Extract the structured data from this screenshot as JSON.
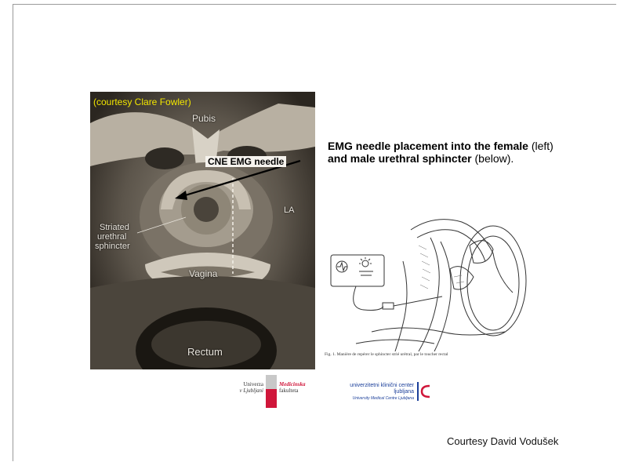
{
  "photo": {
    "courtesy": "(courtesy Clare Fowler)",
    "labels": {
      "pubis": "Pubis",
      "needle": "CNE EMG needle",
      "la": "LA",
      "striated_1": "Striated",
      "striated_2": "urethral",
      "striated_3": "sphincter",
      "vagina": "Vagina",
      "rectum": "Rectum"
    }
  },
  "caption": {
    "part1": "EMG needle placement into the female",
    "part2": " (left) ",
    "part3": "and male urethral sphincter",
    "part4": " (below)."
  },
  "drawing": {
    "fig_caption": "Fig. 1.  Manière de repérer le sphincter strié urétral, par le toucher rectal"
  },
  "logos": {
    "uni_line1": "Univerza",
    "uni_line2": "v Ljubljani",
    "med_line1": "Medicinska",
    "med_line2": "fakulteta",
    "ukc_line1": "univerzitetni klinični center",
    "ukc_line2": "ljubljana",
    "ukc_line3": "University Medical Centre Ljubljana"
  },
  "footer": {
    "courtesy": "Courtesy David Vodušek"
  },
  "colors": {
    "courtesy_yellow": "#f2e600",
    "medicine_red": "#d0163a",
    "ukc_blue": "#1b3f9a"
  }
}
